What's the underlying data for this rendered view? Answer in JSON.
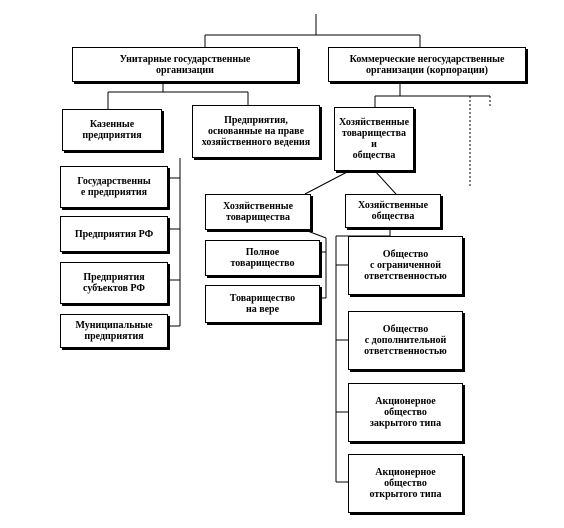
{
  "nodes": {
    "unitary": "Унитарные государственные\nорганизации",
    "commercial": "Коммерческие негосударственные\nорганизации (корпорации)",
    "kazennye": "Казенные\nпредприятия",
    "hoz_vedenie": "Предприятия,\nоснованные на праве\nхозяйственного ведения",
    "gos_predpr": "Государственны\nе предприятия",
    "predpr_rf": "Предприятия РФ",
    "predpr_subj": "Предприятия\nсубъектов РФ",
    "municipal": "Муниципальные\nпредприятия",
    "hoz_tov_obsh": "Хозяйственные\nтоварищества и\nобщества",
    "hoz_tov": "Хозяйственные\nтоварищества",
    "hoz_obsh": "Хозяйственные\nобщества",
    "polnoe": "Полное\nтоварищество",
    "na_vere": "Товарищество\nна вере",
    "ooo": "Общество\nс ограниченной\nответственностью",
    "odo": "Общество\nс дополнительной\nответственностью",
    "zao": "Акционерное\nобщество\nзакрытого типа",
    "oao": "Акционерное\nобщество\nоткрытого типа"
  }
}
